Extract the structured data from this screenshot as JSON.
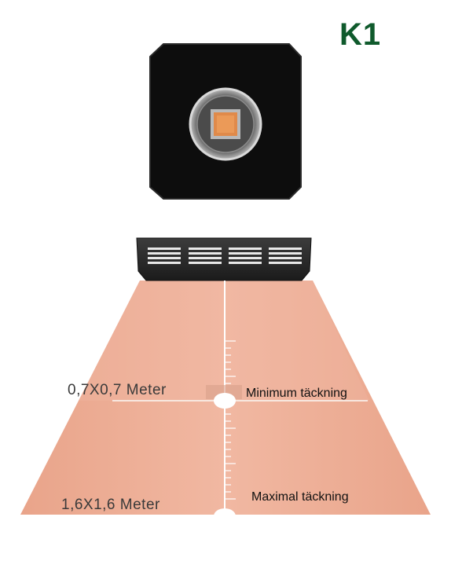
{
  "model_label": "K1",
  "colors": {
    "brand_green": "#0f5a2c",
    "light_cone": "#eaa88f",
    "light_cone_center": "#f0b59e",
    "fixture_body": "#111111",
    "led_chip": "#e08a4a"
  },
  "coverage": {
    "minimum": {
      "size_label": "0,7X0,7 Meter",
      "caption": "Minimum täckning"
    },
    "maximum": {
      "size_label": "1,6X1,6 Meter",
      "caption": "Maximal täckning"
    }
  }
}
